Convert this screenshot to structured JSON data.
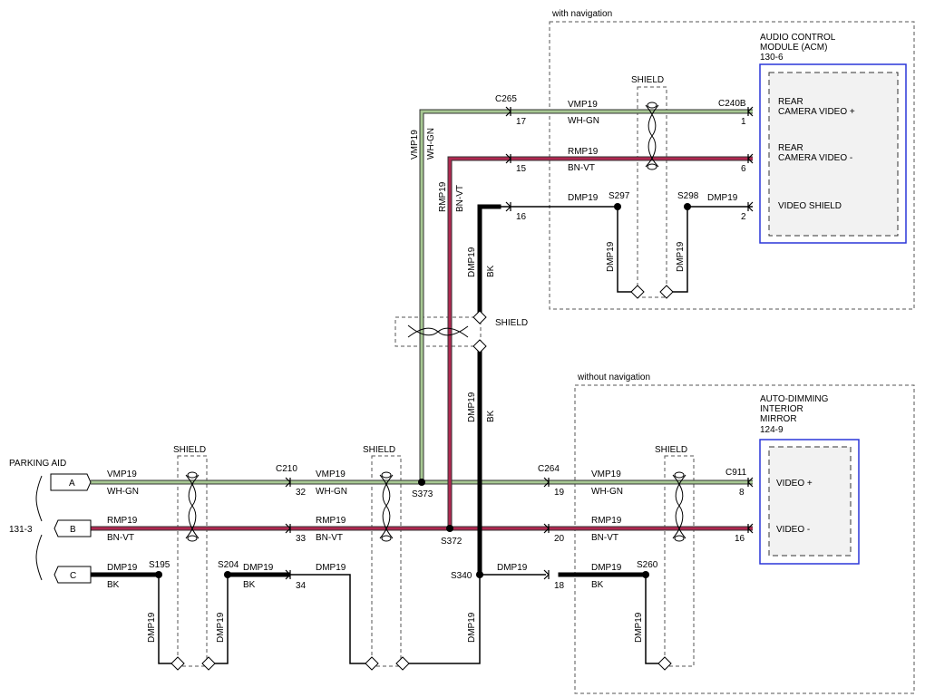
{
  "sections": {
    "with_nav": "with navigation",
    "without_nav": "without navigation"
  },
  "acm": {
    "title_line1": "AUDIO CONTROL",
    "title_line2": "MODULE (ACM)",
    "ref": "130-6",
    "pins": [
      {
        "line1": "REAR",
        "line2": "CAMERA VIDEO +"
      },
      {
        "line1": "REAR",
        "line2": "CAMERA VIDEO -"
      },
      {
        "line1": "VIDEO SHIELD",
        "line2": ""
      }
    ]
  },
  "mirror": {
    "title_line1": "AUTO-DIMMING",
    "title_line2": "INTERIOR",
    "title_line3": "MIRROR",
    "ref": "124-9",
    "pins": [
      "VIDEO +",
      "VIDEO -"
    ]
  },
  "parking_aid": {
    "label": "PARKING AID",
    "ref": "131-3",
    "connectors": [
      "A",
      "B",
      "C"
    ]
  },
  "connectors": {
    "c210": "C210",
    "c264": "C264",
    "c265": "C265",
    "c240b": "C240B",
    "c911": "C911"
  },
  "pins": {
    "c210": [
      "32",
      "33",
      "34"
    ],
    "c264": [
      "19",
      "20",
      "18"
    ],
    "c265": [
      "17",
      "15",
      "16"
    ],
    "c240b": [
      "1",
      "6",
      "2"
    ],
    "c911": [
      "8",
      "16"
    ]
  },
  "splices": {
    "s195": "S195",
    "s204": "S204",
    "s260": "S260",
    "s297": "S297",
    "s298": "S298",
    "s340": "S340",
    "s372": "S372",
    "s373": "S373"
  },
  "circuits": {
    "vmp": "VMP19",
    "rmp": "RMP19",
    "dmp": "DMP19"
  },
  "colors_text": {
    "wh_gn": "WH-GN",
    "bn_vt": "BN-VT",
    "bk": "BK"
  },
  "shield": "SHIELD",
  "wire_colors": {
    "wh_gn": "#a7c893",
    "bn_vt": "#b02850",
    "bk": "#000000",
    "module_border": "#2a36d8"
  }
}
